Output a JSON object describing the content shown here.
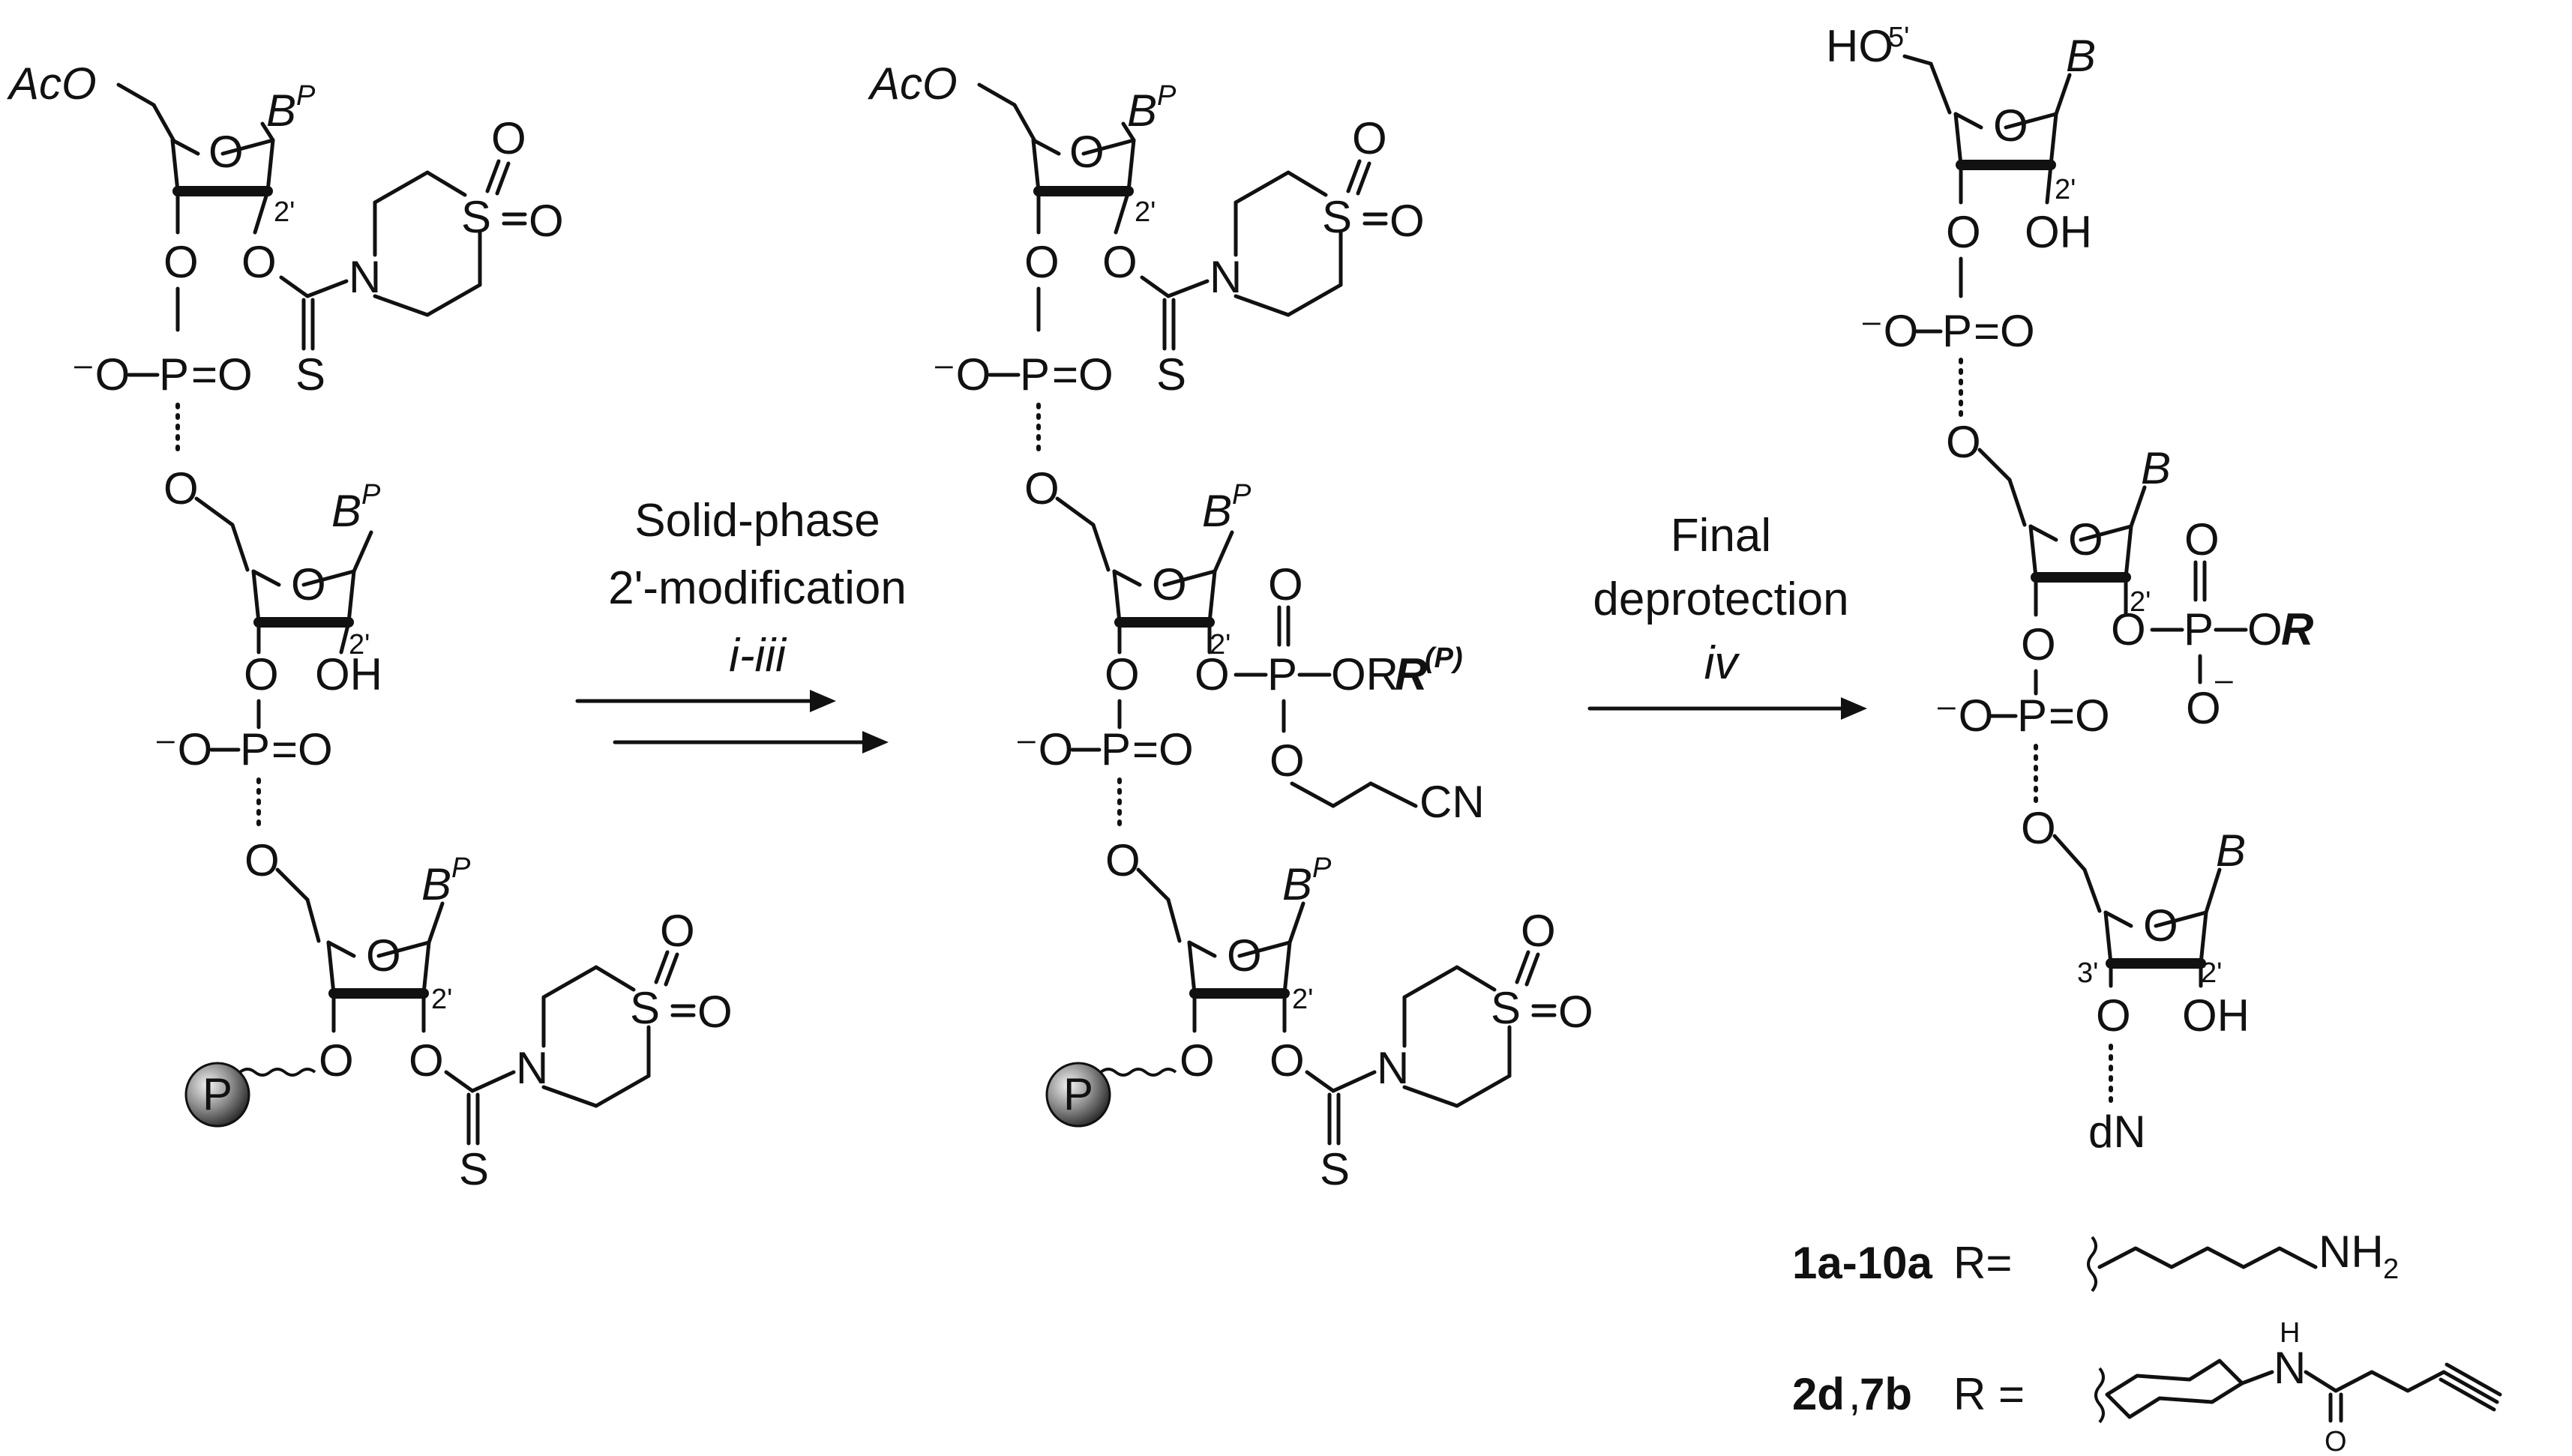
{
  "labels": {
    "aco": "AcO",
    "bp": "B",
    "bp_sup": "P",
    "b": "B",
    "o": "O",
    "oh": "OH",
    "ho": "HO",
    "s": "S",
    "n": "N",
    "p": "P",
    "o_minus": "⁻O",
    "minus": "⁻",
    "eq_o": "=O",
    "pos2": "2'",
    "pos3": "3'",
    "pos5": "5'",
    "support_p": "P",
    "or_r": "OR",
    "r_bold": "R",
    "r_p_sup": "(P)",
    "cn": "CN",
    "dn": "dN",
    "nh2": "NH",
    "nh2_sub": "2",
    "h": "H",
    "n_amide": "N"
  },
  "step1": {
    "line1": "Solid-phase",
    "line2": "2'-modification",
    "line3": "i-iii"
  },
  "step2": {
    "line1": "Final",
    "line2": "deprotection",
    "line3": "iv"
  },
  "legend": {
    "entry1_compounds": "1a-10a",
    "entry1_r": "R=",
    "entry2_compounds_a": "2d",
    "entry2_compounds_sep": ",",
    "entry2_compounds_b": "7b",
    "entry2_r": "R ="
  }
}
